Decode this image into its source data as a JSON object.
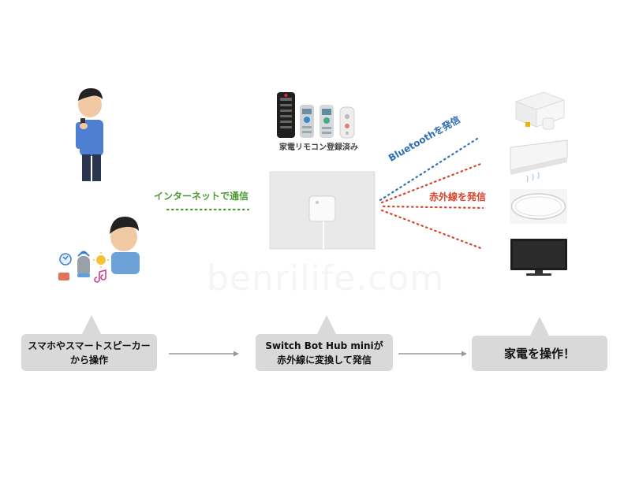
{
  "labels": {
    "internet": "インターネットで通信",
    "registered": "家電リモコン登録済み",
    "bluetooth": "Bluetoothを発信",
    "infrared": "赤外線を発信"
  },
  "callouts": [
    {
      "line1": "スマホやスマートスピーカー",
      "line2": "から操作"
    },
    {
      "line1": "Switch Bot Hub miniが",
      "line2": "赤外線に変換して発信"
    },
    {
      "line1": "家電を操作！"
    }
  ],
  "watermark": "benrilife.com",
  "colors": {
    "internet": "#4e9a34",
    "bluetooth": "#2f6fb3",
    "infrared": "#d9442c",
    "callout_bg": "#d9d9d9",
    "arrow": "#999999"
  }
}
